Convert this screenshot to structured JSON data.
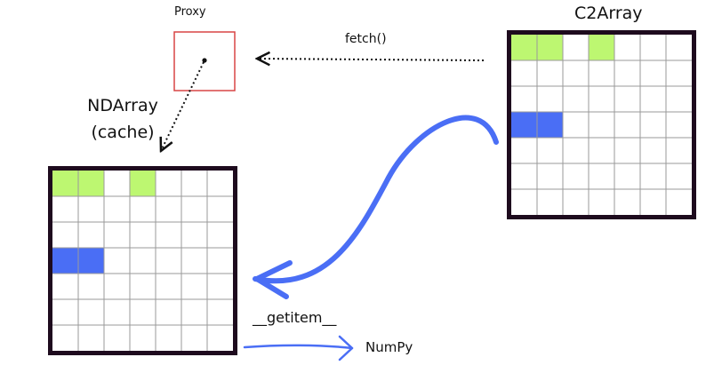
{
  "labels": {
    "proxy": "Proxy",
    "c2array": "C2Array",
    "fetch": "fetch()",
    "ndarray_line1": "NDArray",
    "ndarray_line2": "(cache)",
    "getitem": "__getitem__",
    "numpy": "NumPy"
  },
  "colors": {
    "frame": "#1e0b1e",
    "grid_line": "#9a9a9a",
    "green": "#bdf771",
    "blue": "#4a6ef5",
    "proxy_border": "#d84545",
    "arrow_blue": "#4a6ef5",
    "dotted": "#111111"
  },
  "grids": {
    "rows": 7,
    "cols": 7,
    "green_cells": [
      [
        0,
        0
      ],
      [
        0,
        1
      ],
      [
        0,
        3
      ]
    ],
    "blue_cells": [
      [
        3,
        0
      ],
      [
        3,
        1
      ]
    ]
  }
}
